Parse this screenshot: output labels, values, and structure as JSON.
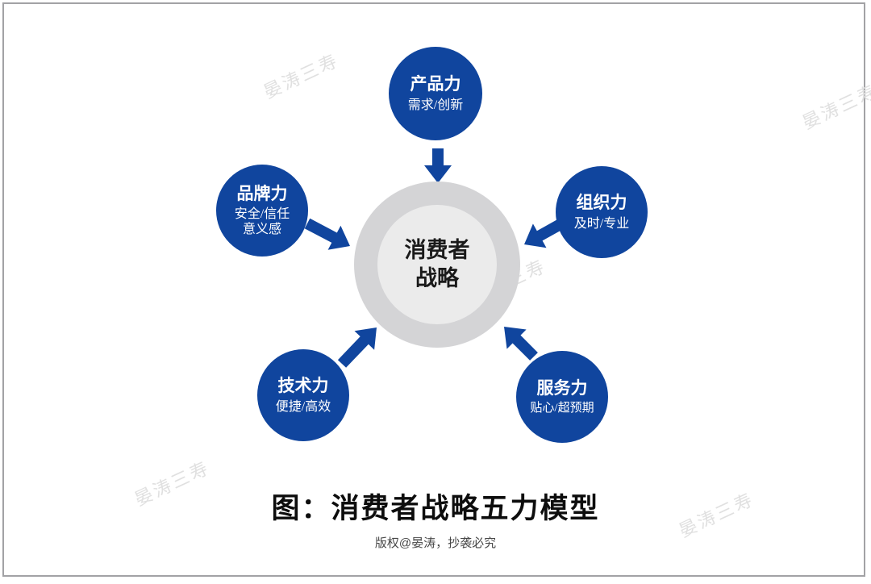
{
  "watermark": {
    "text": "晏涛三寿"
  },
  "center": {
    "line1": "消费者",
    "line2": "战略"
  },
  "forces": [
    {
      "id": "product",
      "title": "产品力",
      "subtitle": "需求/创新"
    },
    {
      "id": "brand",
      "title": "品牌力",
      "subtitle": "安全/信任",
      "subtitle2": "意义感"
    },
    {
      "id": "organization",
      "title": "组织力",
      "subtitle": "及时/专业"
    },
    {
      "id": "technology",
      "title": "技术力",
      "subtitle": "便捷/高效"
    },
    {
      "id": "service",
      "title": "服务力",
      "subtitle": "贴心/超预期"
    }
  ],
  "caption": {
    "title": "图：消费者战略五力模型",
    "copyright": "版权@晏涛，抄袭必究"
  },
  "colors": {
    "force_blue": "#10459e",
    "arrow_blue": "#10459e",
    "ring_gray": "#d4d4d6",
    "inner_gray": "#ebebeb",
    "watermark_gray": "#e0e0e0",
    "border_gray": "#a2a2a5"
  }
}
